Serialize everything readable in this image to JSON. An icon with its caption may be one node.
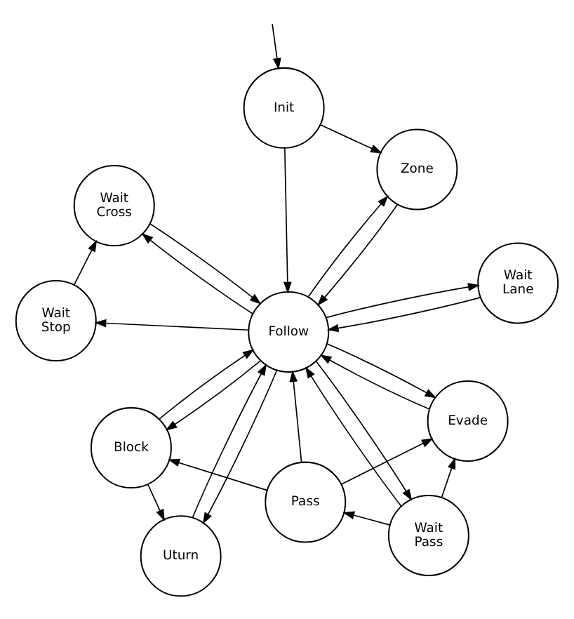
{
  "diagram": {
    "nodes": [
      {
        "text": [
          "Init"
        ]
      },
      {
        "text": [
          "Zone"
        ]
      },
      {
        "text": [
          "Uturn"
        ]
      },
      {
        "text": [
          "Block"
        ]
      },
      {
        "text": [
          "Follow"
        ]
      },
      {
        "text": [
          "Wait Cross"
        ]
      },
      {
        "text": [
          "Pass"
        ]
      },
      {
        "text": [
          "Evade"
        ]
      },
      {
        "text": [
          "Wait Stop"
        ]
      },
      {
        "text": [
          "Wait Lane"
        ]
      },
      {
        "text": [
          "Wait Pass"
        ]
      }
    ],
    "edges": [
      {
        "from": null,
        "to": 0,
        "arrow": "to"
      },
      {
        "from": 0,
        "to": 1,
        "arrow": "to"
      },
      {
        "from": 0,
        "to": 4,
        "arrow": "to"
      },
      {
        "from": 1,
        "to": 4,
        "arrow": "to"
      },
      {
        "from": 4,
        "to": 1,
        "arrow": "to"
      },
      {
        "from": 2,
        "to": 4,
        "arrow": "to"
      },
      {
        "from": 4,
        "to": 2,
        "arrow": "to"
      },
      {
        "from": 3,
        "to": 2,
        "arrow": "to"
      },
      {
        "from": 4,
        "to": 3,
        "arrow": "to"
      },
      {
        "from": 3,
        "to": 4,
        "arrow": "to"
      },
      {
        "from": 5,
        "to": 4,
        "arrow": "to"
      },
      {
        "from": 4,
        "to": 5,
        "arrow": "to"
      },
      {
        "from": 8,
        "to": 5,
        "arrow": "to"
      },
      {
        "from": 4,
        "to": 8,
        "arrow": "to"
      },
      {
        "from": 6,
        "to": 3,
        "arrow": "to"
      },
      {
        "from": 6,
        "to": 4,
        "arrow": "to"
      },
      {
        "from": 6,
        "to": 7,
        "arrow": "to"
      },
      {
        "from": 4,
        "to": 7,
        "arrow": "to"
      },
      {
        "from": 7,
        "to": 4,
        "arrow": "to"
      },
      {
        "from": 4,
        "to": 10,
        "arrow": "to"
      },
      {
        "from": 10,
        "to": 4,
        "arrow": "to"
      },
      {
        "from": 10,
        "to": 7,
        "arrow": "to"
      },
      {
        "from": 10,
        "to": 6,
        "arrow": "to"
      },
      {
        "from": 4,
        "to": 9,
        "arrow": "to"
      },
      {
        "from": 9,
        "to": 4,
        "arrow": "to"
      }
    ]
  }
}
